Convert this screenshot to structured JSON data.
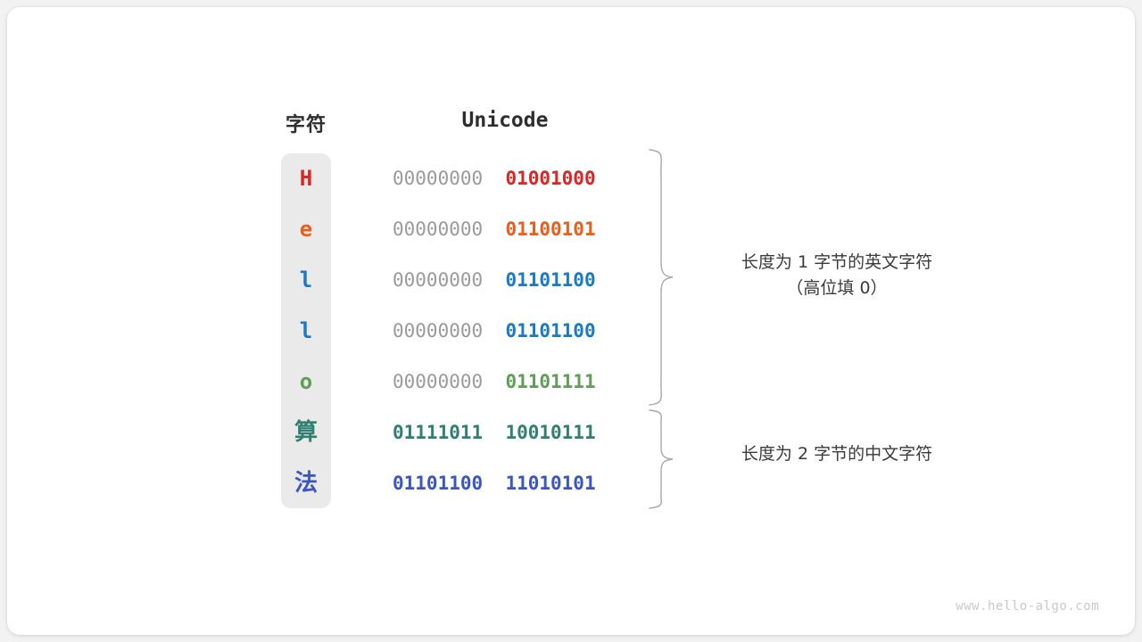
{
  "figure": {
    "title_char_column": "字符",
    "title_unicode_column": "Unicode",
    "watermark": "www.hello-algo.com",
    "background_color": "#f2f2f2",
    "card_color": "#ffffff",
    "char_column_color": "#eaeaea",
    "high_bits_color": "#9a9a9a",
    "brace_color": "#a8a8a8"
  },
  "rows": [
    {
      "char": "H",
      "script": "latin",
      "high_bits": "00000000",
      "low_bits": "01001000",
      "color": "#e02323",
      "byte_length": 1
    },
    {
      "char": "e",
      "script": "latin",
      "high_bits": "00000000",
      "low_bits": "01100101",
      "color": "#ec5d1b",
      "byte_length": 1
    },
    {
      "char": "l",
      "script": "latin",
      "high_bits": "00000000",
      "low_bits": "01101100",
      "color": "#1a7ac4",
      "byte_length": 1
    },
    {
      "char": "l",
      "script": "latin",
      "high_bits": "00000000",
      "low_bits": "01101100",
      "color": "#1a7ac4",
      "byte_length": 1
    },
    {
      "char": "o",
      "script": "latin",
      "high_bits": "00000000",
      "low_bits": "01101111",
      "color": "#5e9e55",
      "byte_length": 1
    },
    {
      "char": "算",
      "script": "han",
      "high_bits": "01111011",
      "low_bits": "10010111",
      "color": "#2f8073",
      "byte_length": 2
    },
    {
      "char": "法",
      "script": "han",
      "high_bits": "01101100",
      "low_bits": "11010101",
      "color": "#3a56c4",
      "byte_length": 2
    }
  ],
  "annotations": [
    {
      "text": "长度为 1 字节的英文字符\n（高位填 0）",
      "covers_rows": [
        0,
        1,
        2,
        3,
        4
      ]
    },
    {
      "text": "长度为 2 字节的中文字符",
      "covers_rows": [
        5,
        6
      ]
    }
  ]
}
